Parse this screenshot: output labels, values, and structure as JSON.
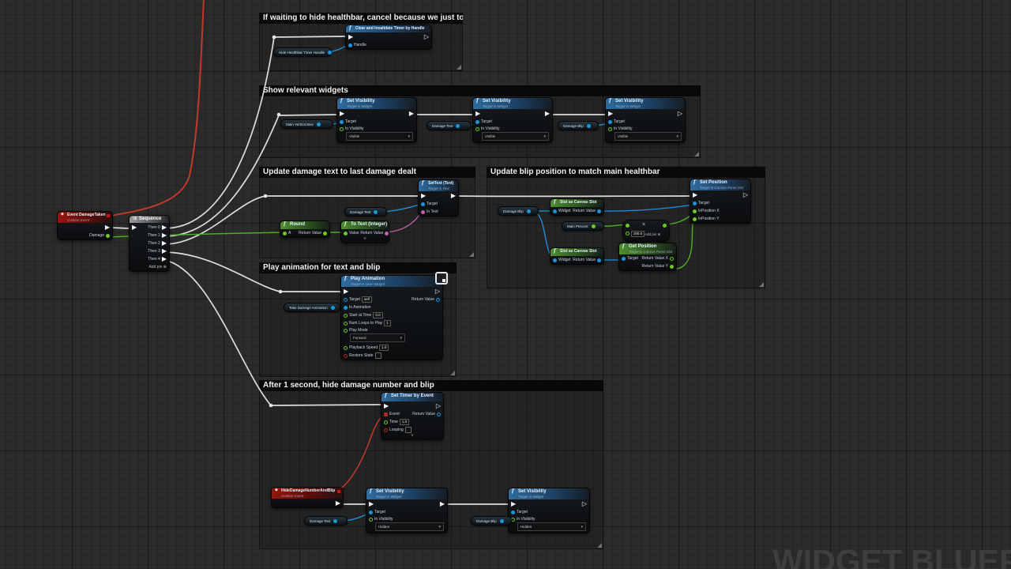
{
  "watermark": "WIDGET BLUEPR",
  "comments": {
    "c1": "If waiting to hide healthbar, cancel because we just took damage",
    "c2": "Show relevant widgets",
    "c3": "Update damage text to last damage dealt",
    "c4": "Update blip position to match main healthbar",
    "c5": "Play animation for text and blip",
    "c6": "After 1 second, hide damage number and blip"
  },
  "common": {
    "set_visibility": {
      "title": "Set Visibility",
      "subtitle": "Target is Widget",
      "target": "Target",
      "in_visibility": "In Visibility",
      "visible": "Visible",
      "hidden": "Hidden"
    },
    "slot_as_canvas": {
      "title": "Slot as Canvas Slot",
      "widget": "Widget",
      "return_value": "Return Value"
    },
    "add_pin": "Add pin ⊕"
  },
  "nodes": {
    "clear_timer": {
      "title": "Clear and Invalidate Timer by Handle",
      "handle": "Handle"
    },
    "set_text": {
      "title": "SetText (Text)",
      "subtitle": "Target is Text",
      "target": "Target",
      "in_text": "In Text"
    },
    "round": {
      "title": "Round",
      "a": "A",
      "return_value": "Return Value"
    },
    "to_text": {
      "title": "To Text (Integer)",
      "value": "Value",
      "return_value": "Return Value"
    },
    "multiply": {
      "symbol": "×",
      "literal": "200.0"
    },
    "get_position": {
      "title": "Get Position",
      "subtitle": "Target is Canvas Panel Slot",
      "target": "Target",
      "rvx": "Return Value X",
      "rvy": "Return Value Y"
    },
    "set_position": {
      "title": "Set Position",
      "subtitle": "Target is Canvas Panel Slot",
      "target": "Target",
      "x": "InPosition X",
      "y": "InPosition Y"
    },
    "play_animation": {
      "title": "Play Animation",
      "subtitle": "Target is User Widget",
      "target": "Target",
      "target_literal": "self",
      "in_animation": "In Animation",
      "start_at_time": "Start at Time",
      "start_val": "0.0",
      "num_loops": "Num Loops to Play",
      "loops_val": "1",
      "play_mode": "Play Mode",
      "play_mode_val": "Forward",
      "playback_speed": "Playback Speed",
      "speed_val": "1.0",
      "restore_state": "Restore State",
      "return_value": "Return Value"
    },
    "set_timer": {
      "title": "Set Timer by Event",
      "event": "Event",
      "time": "Time",
      "time_val": "1.0",
      "looping": "Looping",
      "return_value": "Return Value"
    },
    "event_damage": {
      "title": "Event DamageTaken",
      "subtitle": "Custom Event",
      "damage": "Damage"
    },
    "sequence": {
      "title": "Sequence",
      "then0": "Then 0",
      "then1": "Then 1",
      "then2": "Then 2",
      "then3": "Then 3",
      "then4": "Then 4"
    },
    "hide_event": {
      "title": "HideDamageNumberAndBlip",
      "subtitle": "Custom Event"
    }
  },
  "pills": {
    "hide_timer_handle": "Hide Healthbar Timer Handle",
    "main_vertical_box": "Main Vertical Box",
    "damage_text": "Damage Text",
    "damage_blip": "Damage Blip",
    "main_percent": "Main Percent",
    "take_damage_animation": "Take Damage Animation"
  },
  "colors": {
    "exec_wire": "#dcdcdc",
    "object_wire": "#1b95dd",
    "float_wire": "#4fae29",
    "text_wire": "#c05fa5",
    "delegate_wire": "#c03a2b"
  }
}
